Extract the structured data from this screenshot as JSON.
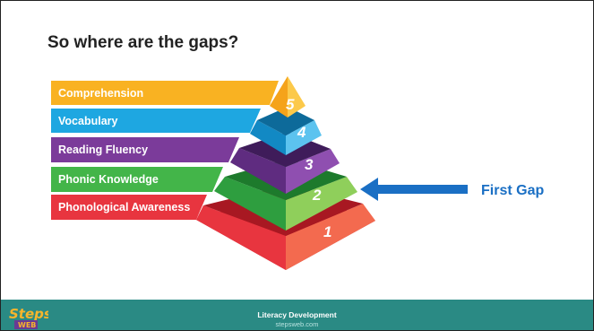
{
  "slide": {
    "title": "So where are the gaps?"
  },
  "pyramid": {
    "levels": [
      {
        "number": "5",
        "label": "Comprehension",
        "color": "#f9b222"
      },
      {
        "number": "4",
        "label": "Vocabulary",
        "color": "#1ea7e1"
      },
      {
        "number": "3",
        "label": "Reading Fluency",
        "color": "#7b3b9a"
      },
      {
        "number": "2",
        "label": "Phonic Knowledge",
        "color": "#43b549"
      },
      {
        "number": "1",
        "label": "Phonological Awareness",
        "color": "#e8353f"
      }
    ]
  },
  "annotation": {
    "label": "First Gap",
    "color": "#1a6fc4"
  },
  "footer": {
    "title": "Literacy Development",
    "subtitle": "stepsweb.com",
    "color": "#2a8a84",
    "logo_text": "Steps",
    "logo_sub": "WEB"
  }
}
